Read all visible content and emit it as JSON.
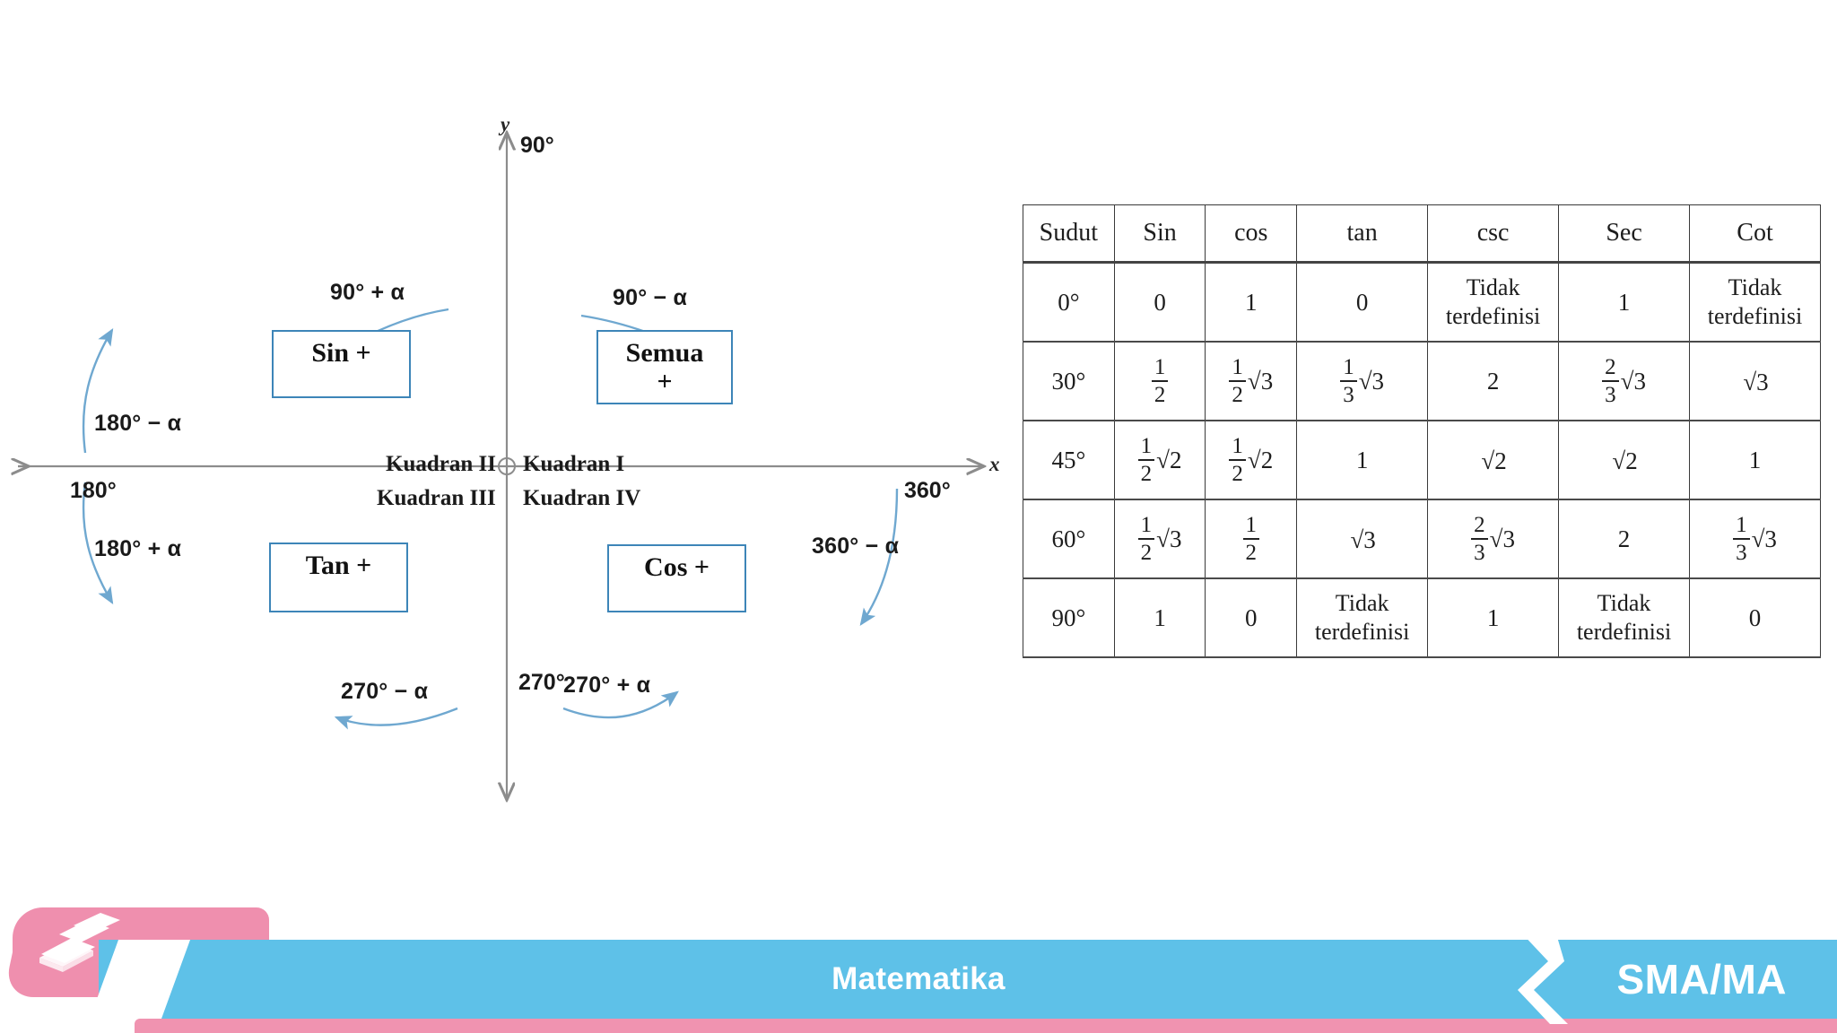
{
  "diagram": {
    "axis": {
      "y_name": "y",
      "x_name": "x"
    },
    "axis_angles": {
      "top": "90°",
      "left": "180°",
      "right": "360°",
      "bottom": "270°"
    },
    "transform_labels": {
      "q2_top": "90° + α",
      "q1_top": "90° − α",
      "q2_left": "180° − α",
      "q3_left": "180° + α",
      "q4_right": "360° − α",
      "q3_bottom": "270° − α",
      "q4_bottom": "270° + α"
    },
    "quadrant_names": {
      "q1": "Kuadran I",
      "q2": "Kuadran II",
      "q3": "Kuadran III",
      "q4": "Kuadran IV"
    },
    "sign_boxes": {
      "q1": "Semua\n+",
      "q2": "Sin +",
      "q3": "Tan +",
      "q4": "Cos +"
    },
    "box_border_color": "#3d85b8",
    "arrow_color": "#6fa8d0",
    "axis_color": "#8c8c8c"
  },
  "table": {
    "headers": [
      "Sudut",
      "Sin",
      "cos",
      "tan",
      "csc",
      "Sec",
      "Cot"
    ],
    "rows": [
      {
        "angle": "0°",
        "sin": "0",
        "cos": "1",
        "tan": "0",
        "csc": "Tidak terdefinisi",
        "sec": "1",
        "cot": "Tidak terdefinisi"
      },
      {
        "angle": "30°",
        "sin": "1/2",
        "cos": "1/2 √3",
        "tan": "1/3 √3",
        "csc": "2",
        "sec": "2/3 √3",
        "cot": "√3"
      },
      {
        "angle": "45°",
        "sin": "1/2 √2",
        "cos": "1/2 √2",
        "tan": "1",
        "csc": "√2",
        "sec": "√2",
        "cot": "1"
      },
      {
        "angle": "60°",
        "sin": "1/2 √3",
        "cos": "1/2",
        "tan": "√3",
        "csc": "2/3 √3",
        "sec": "2",
        "cot": "1/3 √3"
      },
      {
        "angle": "90°",
        "sin": "1",
        "cos": "0",
        "tan": "Tidak terdefinisi",
        "csc": "1",
        "sec": "Tidak terdefinisi",
        "cot": "0"
      }
    ],
    "undefined_text_line1": "Tidak",
    "undefined_text_line2": "terdefinisi"
  },
  "footer": {
    "subject": "Matematika",
    "level": "SMA/MA",
    "blue": "#5ec1e8",
    "pink": "#ef8fae"
  }
}
